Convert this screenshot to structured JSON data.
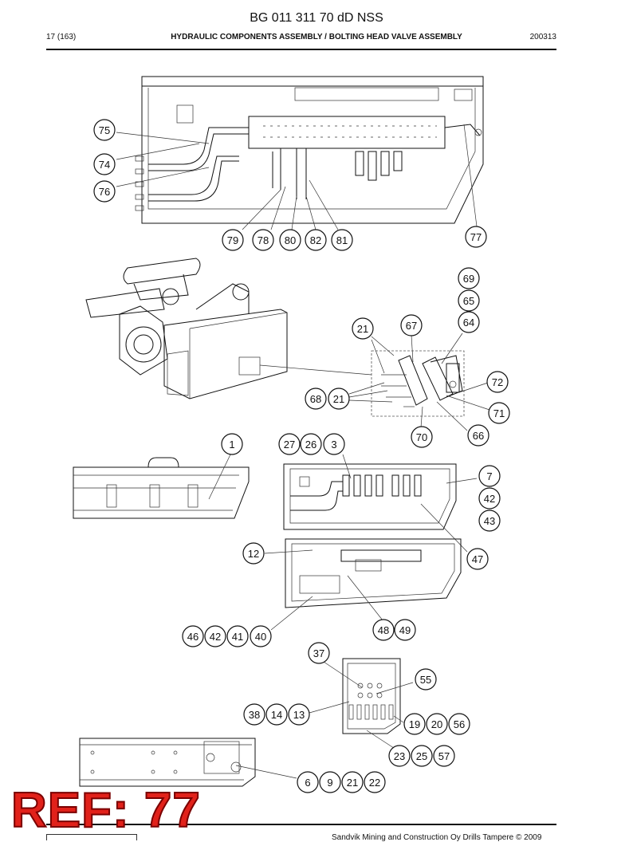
{
  "header": {
    "doc_code": "BG 011 311 70 dD NSS",
    "page": "17 (163)",
    "title": "HYDRAULIC COMPONENTS ASSEMBLY / BOLTING HEAD VALVE ASSEMBLY",
    "date_code": "200313"
  },
  "footer": {
    "copyright": "Sandvik Mining and Construction Oy Drills Tampere © 2009"
  },
  "stamp": "REF: 77",
  "callouts": [
    {
      "label": "75"
    },
    {
      "label": "74"
    },
    {
      "label": "76"
    },
    {
      "label": "79"
    },
    {
      "label": "78"
    },
    {
      "label": "80"
    },
    {
      "label": "82"
    },
    {
      "label": "81"
    },
    {
      "label": "77"
    },
    {
      "label": "69"
    },
    {
      "label": "65"
    },
    {
      "label": "64"
    },
    {
      "label": "21"
    },
    {
      "label": "67"
    },
    {
      "label": "72"
    },
    {
      "label": "68"
    },
    {
      "label": "21"
    },
    {
      "label": "71"
    },
    {
      "label": "70"
    },
    {
      "label": "66"
    },
    {
      "label": "1"
    },
    {
      "label": "27"
    },
    {
      "label": "26"
    },
    {
      "label": "3"
    },
    {
      "label": "7"
    },
    {
      "label": "42"
    },
    {
      "label": "43"
    },
    {
      "label": "12"
    },
    {
      "label": "47"
    },
    {
      "label": "46"
    },
    {
      "label": "42"
    },
    {
      "label": "41"
    },
    {
      "label": "40"
    },
    {
      "label": "48"
    },
    {
      "label": "49"
    },
    {
      "label": "37"
    },
    {
      "label": "55"
    },
    {
      "label": "38"
    },
    {
      "label": "14"
    },
    {
      "label": "13"
    },
    {
      "label": "19"
    },
    {
      "label": "20"
    },
    {
      "label": "56"
    },
    {
      "label": "23"
    },
    {
      "label": "25"
    },
    {
      "label": "57"
    },
    {
      "label": "6"
    },
    {
      "label": "9"
    },
    {
      "label": "21"
    },
    {
      "label": "22"
    }
  ]
}
